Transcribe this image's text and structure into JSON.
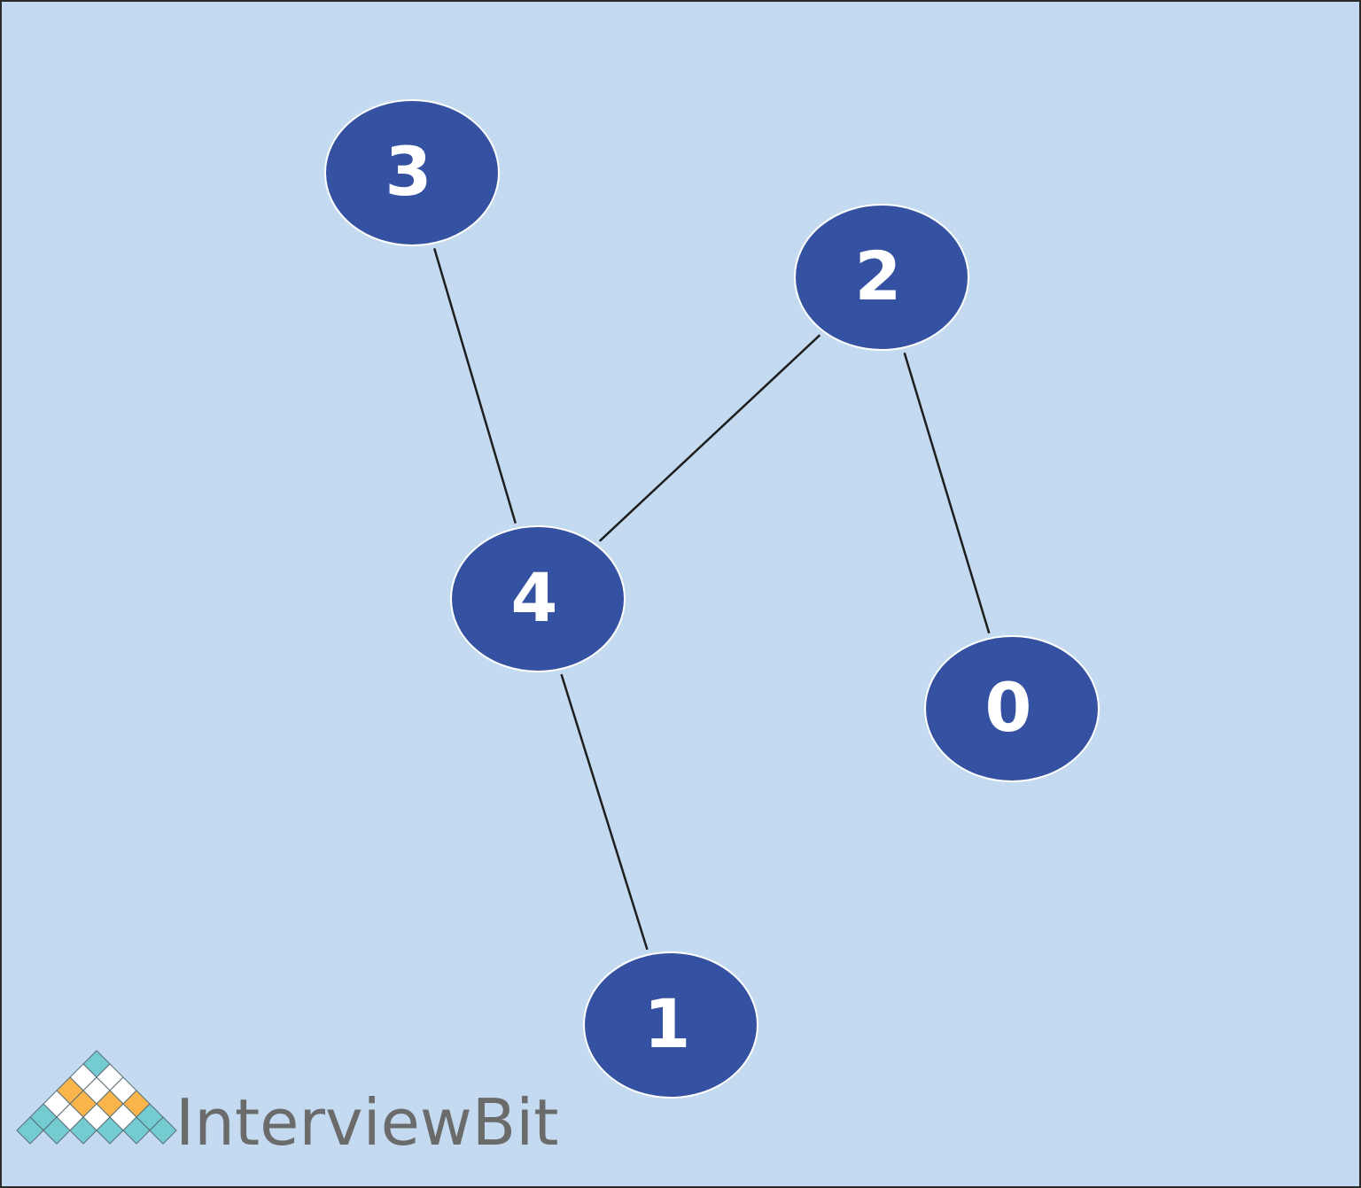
{
  "colors": {
    "background": "#c3daf0",
    "frame": "#2b2b2b",
    "node_fill": "#3552a2",
    "node_stroke": "#ffffff",
    "edge": "#1e1e1e",
    "label": "#ffffff",
    "brand_text": "#6b6b6b",
    "logo_teal": "#74cbd1",
    "logo_orange": "#f9b54b",
    "logo_white": "#ffffff"
  },
  "graph": {
    "nodes": [
      {
        "id": "3",
        "label": "3"
      },
      {
        "id": "2",
        "label": "2"
      },
      {
        "id": "4",
        "label": "4"
      },
      {
        "id": "0",
        "label": "0"
      },
      {
        "id": "1",
        "label": "1"
      }
    ],
    "edges": [
      {
        "from": "3",
        "to": "4"
      },
      {
        "from": "2",
        "to": "4"
      },
      {
        "from": "2",
        "to": "0"
      },
      {
        "from": "4",
        "to": "1"
      }
    ]
  },
  "brand": {
    "name": "InterviewBit",
    "logo_icon": "interviewbit-diamond-logo-icon"
  }
}
